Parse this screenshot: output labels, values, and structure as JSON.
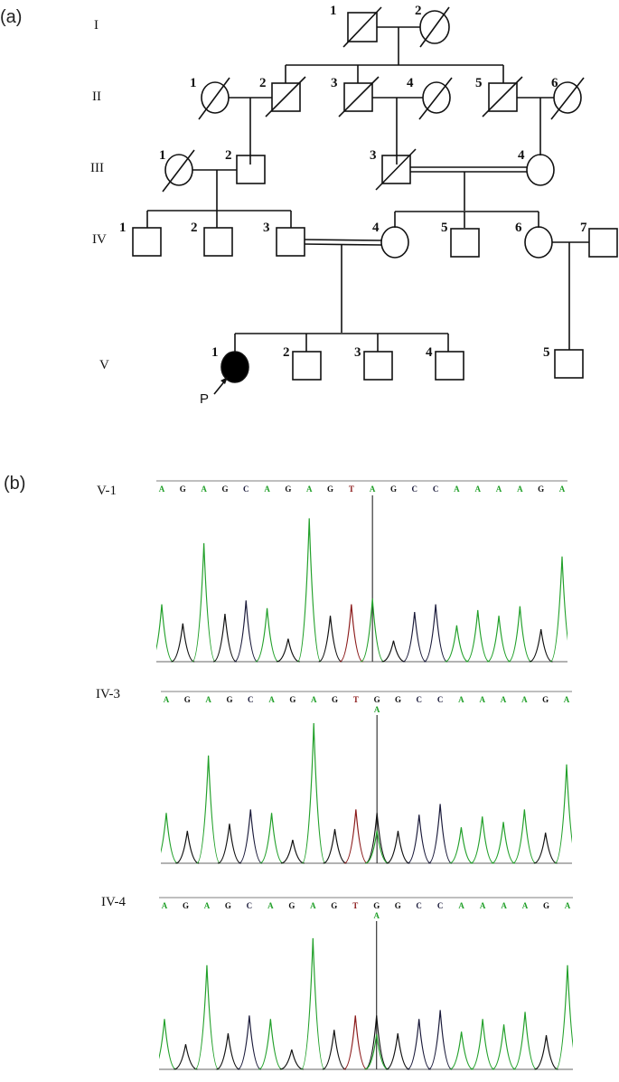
{
  "panels": {
    "a": {
      "label": "(a)"
    },
    "b": {
      "label": "(b)"
    }
  },
  "pedigree": {
    "generations": [
      "I",
      "II",
      "III",
      "IV",
      "V"
    ],
    "proband_marker": "P",
    "individuals": {
      "I-1": {
        "num": "1",
        "sex": "male",
        "deceased": true,
        "affected": false
      },
      "I-2": {
        "num": "2",
        "sex": "female",
        "deceased": true,
        "affected": false
      },
      "II-1": {
        "num": "1",
        "sex": "female",
        "deceased": true,
        "affected": false
      },
      "II-2": {
        "num": "2",
        "sex": "male",
        "deceased": true,
        "affected": false
      },
      "II-3": {
        "num": "3",
        "sex": "male",
        "deceased": true,
        "affected": false
      },
      "II-4": {
        "num": "4",
        "sex": "female",
        "deceased": true,
        "affected": false
      },
      "II-5": {
        "num": "5",
        "sex": "male",
        "deceased": true,
        "affected": false
      },
      "II-6": {
        "num": "6",
        "sex": "female",
        "deceased": true,
        "affected": false
      },
      "III-1": {
        "num": "1",
        "sex": "female",
        "deceased": true,
        "affected": false
      },
      "III-2": {
        "num": "2",
        "sex": "male",
        "deceased": false,
        "affected": false
      },
      "III-3": {
        "num": "3",
        "sex": "male",
        "deceased": true,
        "affected": false
      },
      "III-4": {
        "num": "4",
        "sex": "female",
        "deceased": false,
        "affected": false
      },
      "IV-1": {
        "num": "1",
        "sex": "male",
        "deceased": false,
        "affected": false
      },
      "IV-2": {
        "num": "2",
        "sex": "male",
        "deceased": false,
        "affected": false
      },
      "IV-3": {
        "num": "3",
        "sex": "male",
        "deceased": false,
        "affected": false
      },
      "IV-4": {
        "num": "4",
        "sex": "female",
        "deceased": false,
        "affected": false
      },
      "IV-5": {
        "num": "5",
        "sex": "male",
        "deceased": false,
        "affected": false
      },
      "IV-6": {
        "num": "6",
        "sex": "female",
        "deceased": false,
        "affected": false
      },
      "IV-7": {
        "num": "7",
        "sex": "male",
        "deceased": false,
        "affected": false
      },
      "V-1": {
        "num": "1",
        "sex": "female",
        "deceased": false,
        "affected": true,
        "proband": true
      },
      "V-2": {
        "num": "2",
        "sex": "male",
        "deceased": false,
        "affected": false
      },
      "V-3": {
        "num": "3",
        "sex": "male",
        "deceased": false,
        "affected": false
      },
      "V-4": {
        "num": "4",
        "sex": "male",
        "deceased": false,
        "affected": false
      },
      "V-5": {
        "num": "5",
        "sex": "male",
        "deceased": false,
        "affected": false
      }
    },
    "consanguineous_unions": [
      "III-3 x III-4",
      "IV-3 x IV-4"
    ]
  },
  "chromatograms": [
    {
      "sample": "V-1",
      "bases": [
        "A",
        "G",
        "A",
        "G",
        "C",
        "A",
        "G",
        "A",
        "G",
        "T",
        "A",
        "G",
        "C",
        "C",
        "A",
        "A",
        "A",
        "A",
        "G",
        "A"
      ],
      "secondary": "",
      "variant_index": 10,
      "genotype": "homozygous A"
    },
    {
      "sample": "IV-3",
      "bases": [
        "A",
        "G",
        "A",
        "G",
        "C",
        "A",
        "G",
        "A",
        "G",
        "T",
        "G",
        "G",
        "C",
        "C",
        "A",
        "A",
        "A",
        "A",
        "G",
        "A"
      ],
      "secondary": "A",
      "variant_index": 10,
      "genotype": "heterozygous G/A"
    },
    {
      "sample": "IV-4",
      "bases": [
        "A",
        "G",
        "A",
        "G",
        "C",
        "A",
        "G",
        "A",
        "G",
        "T",
        "G",
        "G",
        "C",
        "C",
        "A",
        "A",
        "A",
        "A",
        "G",
        "A"
      ],
      "secondary": "A",
      "variant_index": 10,
      "genotype": "heterozygous G/A"
    }
  ],
  "colors": {
    "A": "#22a02a",
    "G": "#111111",
    "C": "#1a1a3a",
    "T": "#8b1a1a",
    "line": "#111111"
  }
}
